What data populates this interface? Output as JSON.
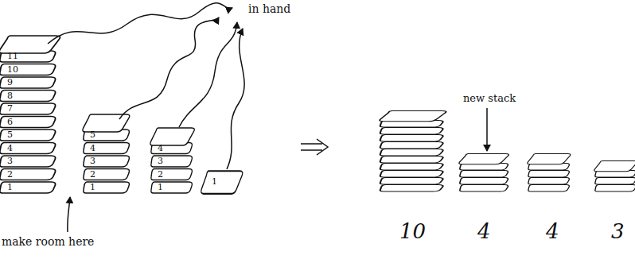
{
  "diagram": {
    "labels": [
      "in hand",
      "11",
      "10",
      "9",
      "8",
      "7",
      "6",
      "5",
      "4",
      "3",
      "2",
      "1",
      "5",
      "4",
      "3",
      "2",
      "1",
      "4",
      "3",
      "2",
      "1",
      "1",
      "make room here",
      "new stack",
      "10",
      "4",
      "4",
      "3"
    ]
  }
}
